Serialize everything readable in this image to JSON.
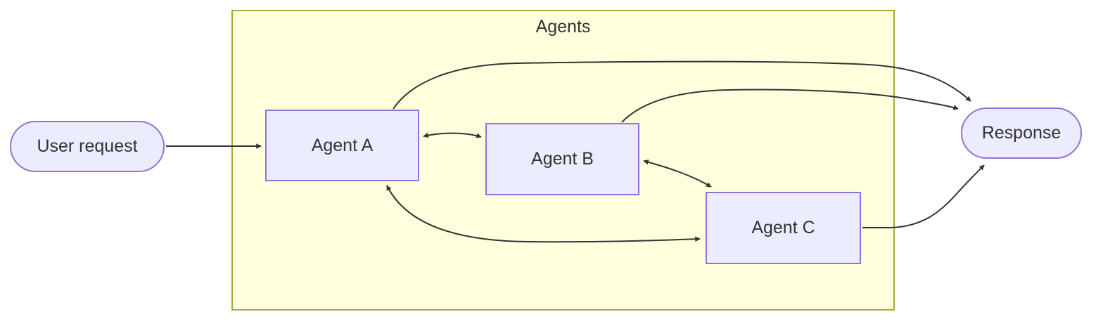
{
  "diagram": {
    "type": "flowchart",
    "direction": "left-to-right"
  },
  "subgraph": {
    "label": "Agents",
    "contains": [
      "agent_a",
      "agent_b",
      "agent_c"
    ]
  },
  "nodes": {
    "user_request": {
      "label": "User request",
      "shape": "stadium"
    },
    "agent_a": {
      "label": "Agent A",
      "shape": "rect"
    },
    "agent_b": {
      "label": "Agent B",
      "shape": "rect"
    },
    "agent_c": {
      "label": "Agent C",
      "shape": "rect"
    },
    "response": {
      "label": "Response",
      "shape": "stadium"
    }
  },
  "edges": [
    {
      "from": "user_request",
      "to": "agent_a",
      "direction": "forward"
    },
    {
      "from": "agent_a",
      "to": "agent_b",
      "direction": "both"
    },
    {
      "from": "agent_b",
      "to": "agent_c",
      "direction": "both"
    },
    {
      "from": "agent_a",
      "to": "agent_c",
      "direction": "both"
    },
    {
      "from": "agent_a",
      "to": "response",
      "direction": "forward"
    },
    {
      "from": "agent_b",
      "to": "response",
      "direction": "forward"
    },
    {
      "from": "agent_c",
      "to": "response",
      "direction": "forward"
    }
  ],
  "colors": {
    "node_fill": "#ECECFF",
    "node_border": "#9370DB",
    "cluster_fill": "#FFFFDE",
    "cluster_border": "#AAAA33",
    "edge": "#333333",
    "text": "#333333",
    "canvas_bg": "#FFFFFF"
  }
}
